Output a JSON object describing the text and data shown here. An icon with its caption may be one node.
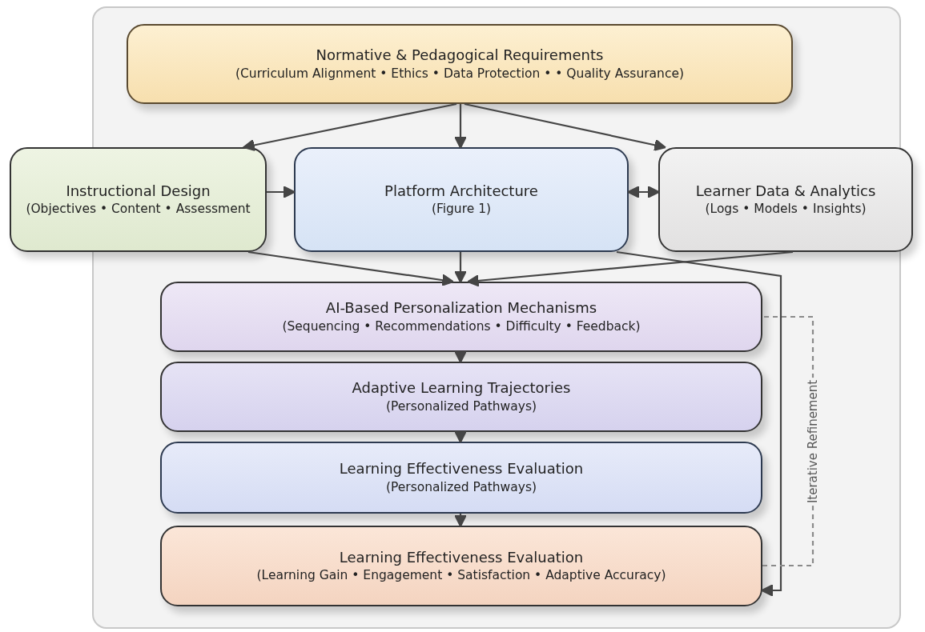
{
  "diagram": {
    "nodes": [
      {
        "text": [
          "Normative & Pedagogical Requirements",
          "(Curriculum Alignment • Ethics • Data Protection • • Quality Assurance)"
        ]
      },
      {
        "text": [
          "Instructional Design",
          "(Objectives • Content • Assessment"
        ]
      },
      {
        "text": [
          "Platform Architecture",
          "(Figure 1)"
        ]
      },
      {
        "text": [
          "Learner Data & Analytics",
          "(Logs • Models • Insights)"
        ]
      },
      {
        "text": [
          "AI-Based Personalization Mechanisms",
          "(Sequencing • Recommendations • Difficulty • Feedback)"
        ]
      },
      {
        "text": [
          "Adaptive Learning Trajectories",
          "(Personalized Pathways)"
        ]
      },
      {
        "text": [
          "Learning Effectiveness Evaluation",
          "(Personalized Pathways)"
        ]
      },
      {
        "text": [
          "Learning Effectiveness Evaluation",
          "(Learning Gain • Engagement • Satisfaction • Adaptive Accuracy)"
        ]
      }
    ],
    "edges": [
      {
        "from": 0,
        "to": 1,
        "arrow": "to"
      },
      {
        "from": 0,
        "to": 2,
        "arrow": "to"
      },
      {
        "from": 0,
        "to": 3,
        "arrow": "to"
      },
      {
        "from": 1,
        "to": 2,
        "arrow": "to"
      },
      {
        "from": 2,
        "to": 3,
        "arrow": "both"
      },
      {
        "from": 2,
        "to": 4,
        "arrow": "to"
      },
      {
        "from": 1,
        "to": 4,
        "arrow": "to"
      },
      {
        "from": 3,
        "to": 4,
        "arrow": "to"
      },
      {
        "from": 4,
        "to": 5,
        "arrow": "to"
      },
      {
        "from": 5,
        "to": 6,
        "arrow": "to"
      },
      {
        "from": 6,
        "to": 7,
        "arrow": "to"
      },
      {
        "from": 2,
        "to": 7,
        "arrow": "to"
      },
      {
        "from": 7,
        "to": 4,
        "arrow": "none",
        "label": "Iterative Refinement",
        "style": "dashed",
        "color": "#8a8a8a"
      }
    ]
  }
}
